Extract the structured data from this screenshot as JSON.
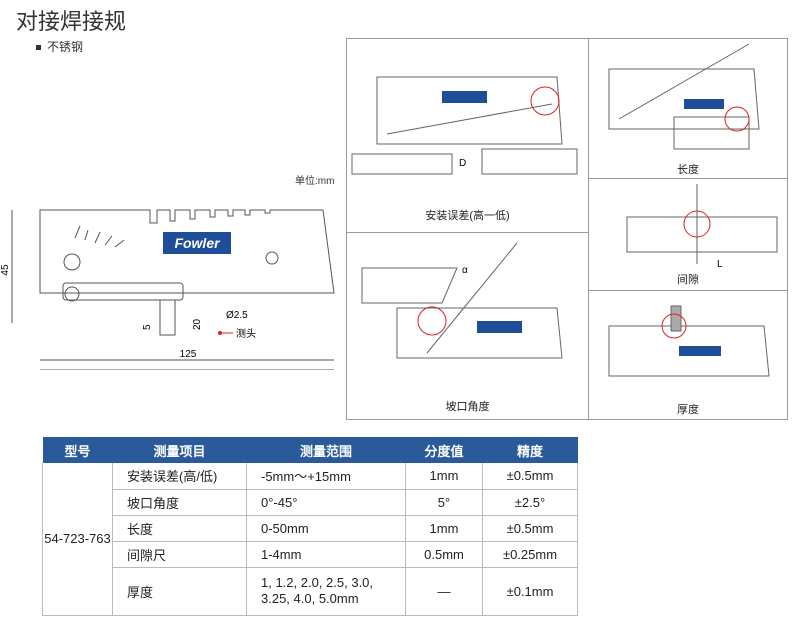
{
  "title": "对接焊接规",
  "material": "不锈钢",
  "unit": "单位:mm",
  "drawing": {
    "brand": "Fowler",
    "dim_height": "45",
    "dim_width": "125",
    "dim_5": "5",
    "dim_20": "20",
    "dim_dia": "Ø2.5",
    "probe": "测头"
  },
  "panels": [
    {
      "label": "安装误差(高一低)",
      "mark": "D"
    },
    {
      "label": "坡口角度",
      "mark": "α"
    },
    {
      "label": "长度"
    },
    {
      "label": "间隙",
      "mark": "L"
    },
    {
      "label": "厚度"
    }
  ],
  "table": {
    "headers": [
      "型号",
      "测量项目",
      "测量范围",
      "分度值",
      "精度"
    ],
    "model": "54-723-763",
    "rows": [
      [
        "安装误差(高/低)",
        "-5mm～+15mm",
        "1mm",
        "±0.5mm"
      ],
      [
        "坡口角度",
        "0°-45°",
        "5°",
        "±2.5°"
      ],
      [
        "长度",
        "0-50mm",
        "1mm",
        "±0.5mm"
      ],
      [
        "间隙尺",
        "1-4mm",
        "0.5mm",
        "±0.25mm"
      ],
      [
        "厚度",
        "1, 1.2, 2.0, 2.5, 3.0, 3.25, 4.0, 5.0mm",
        "—",
        "±0.1mm"
      ]
    ]
  },
  "colors": {
    "header": "#2b5a9a",
    "brand": "#1f4e99",
    "highlight": "#e02020"
  }
}
